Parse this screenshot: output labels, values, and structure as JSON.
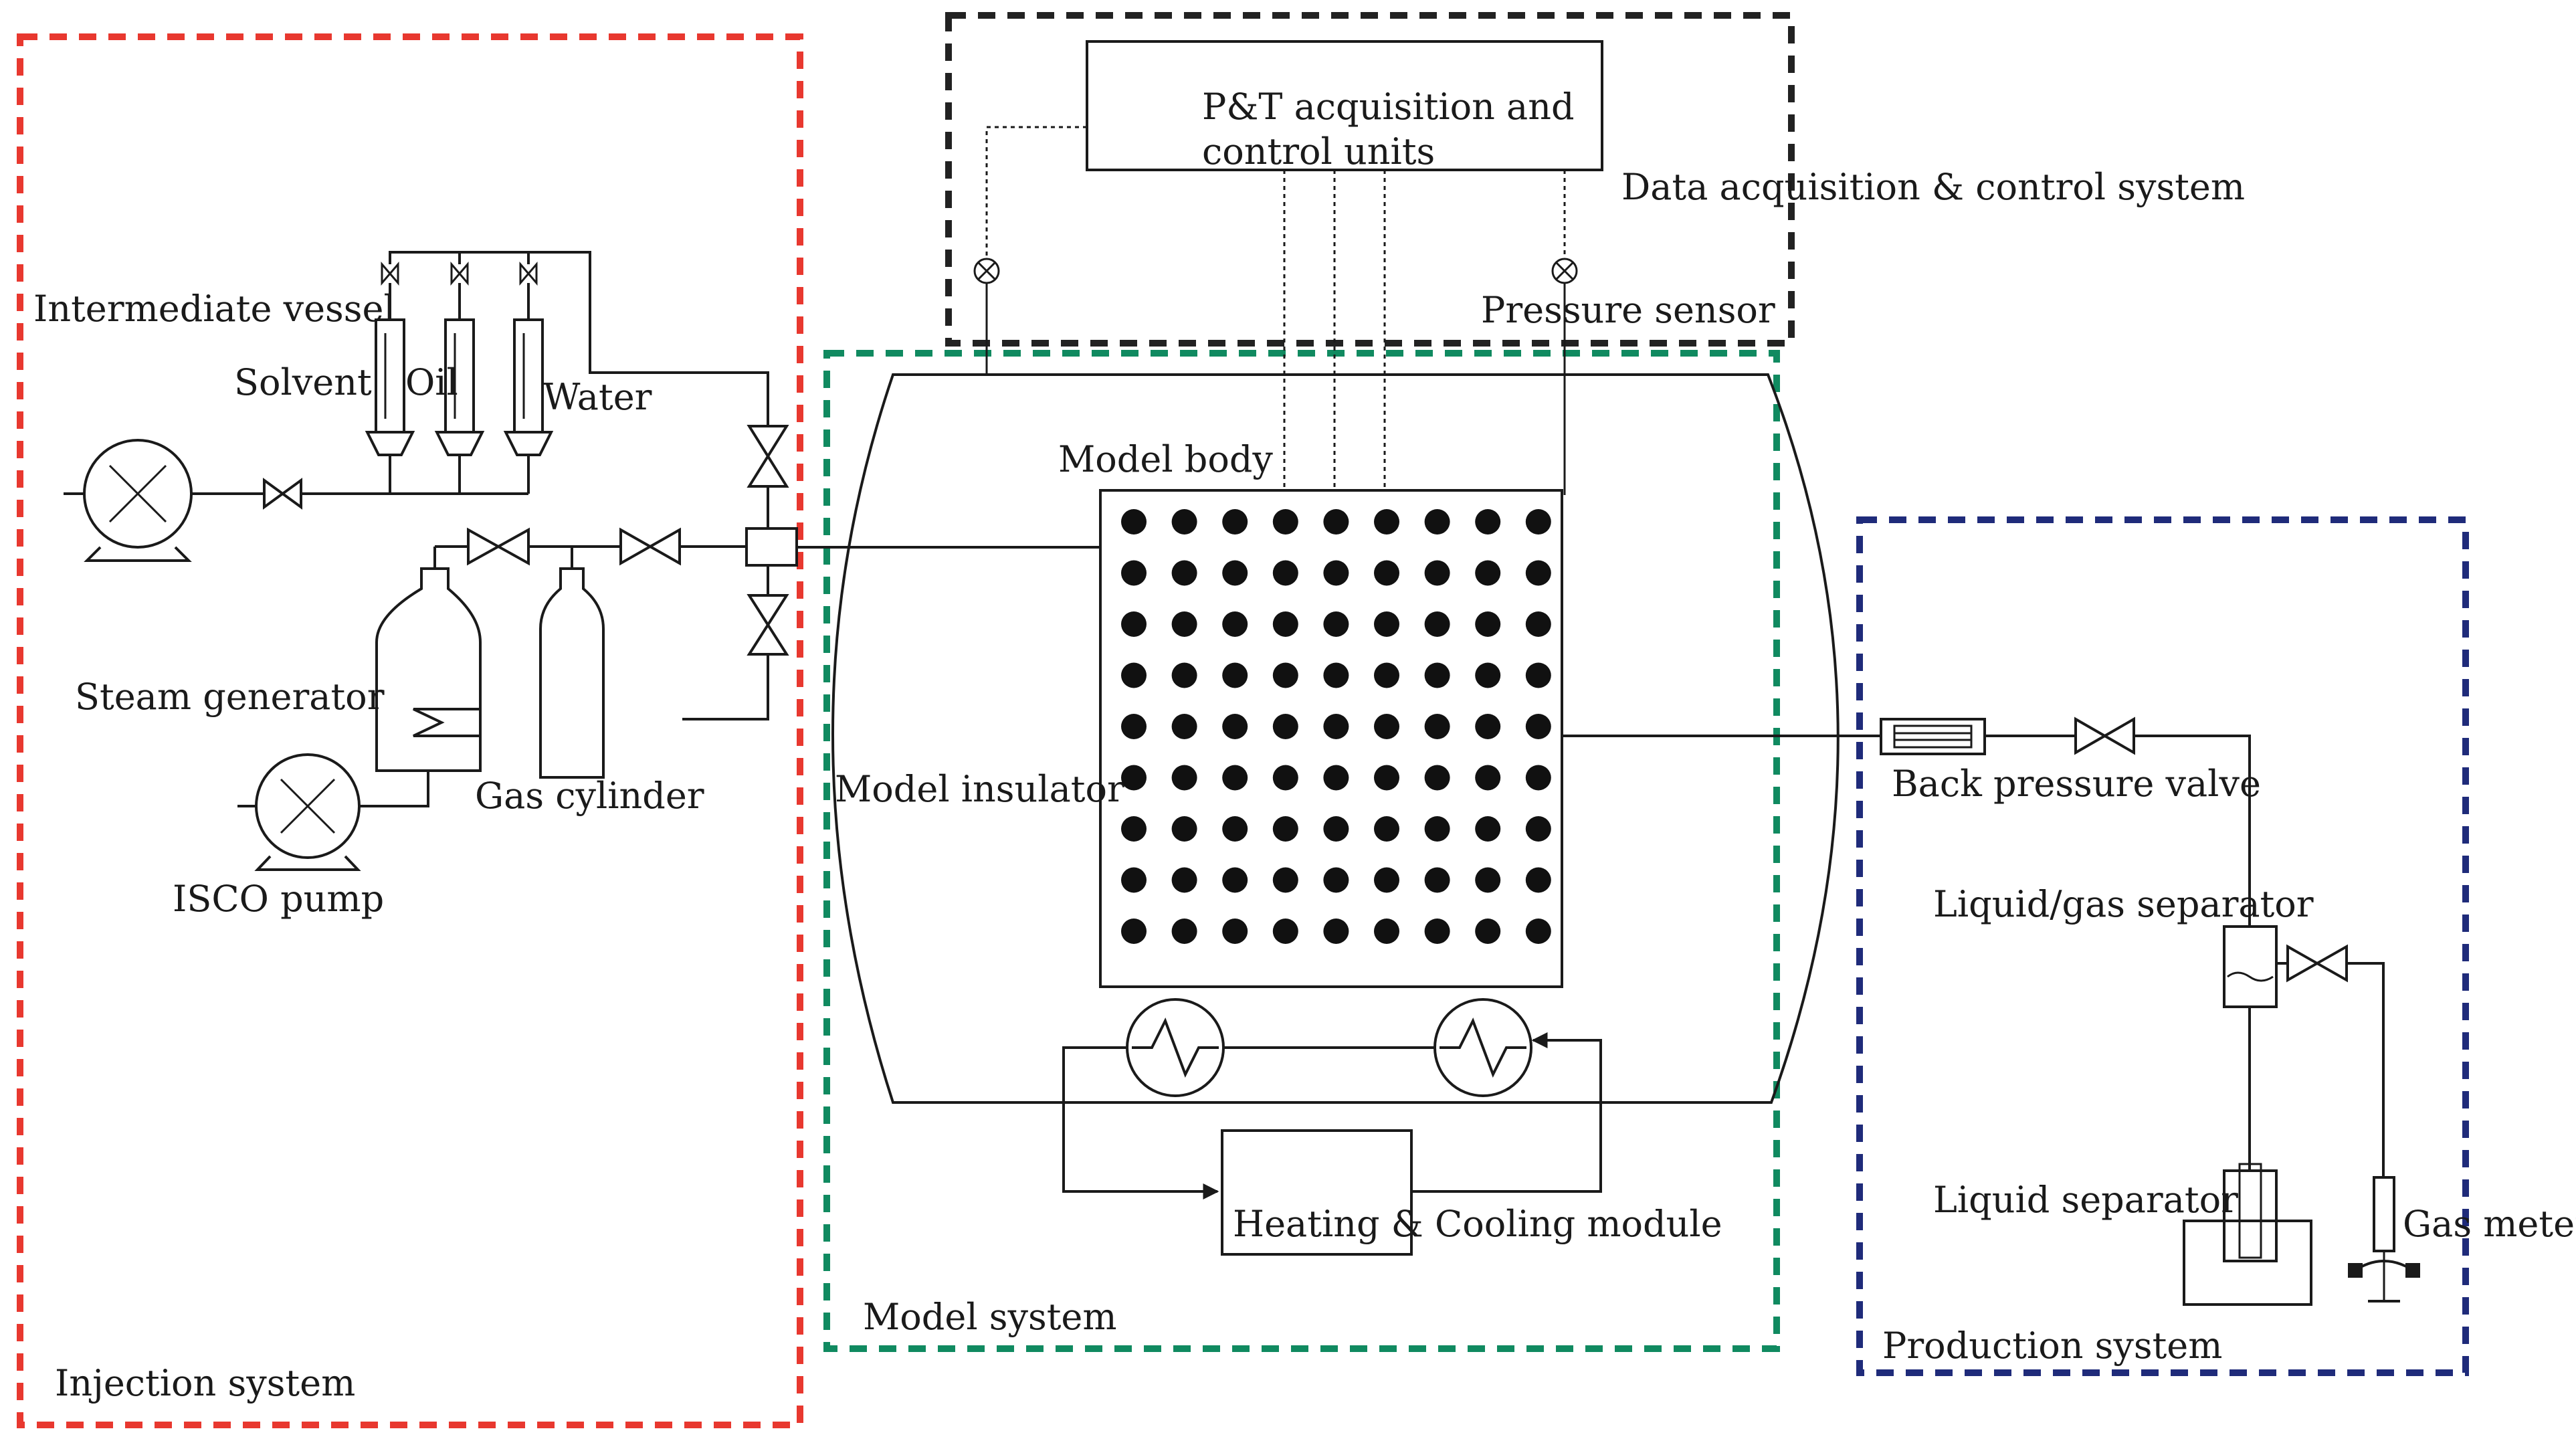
{
  "colors": {
    "injection_border": "#e8382f",
    "model_border": "#108a60",
    "data_border": "#222222",
    "production_border": "#1f2b7a",
    "line": "#1a1a1a"
  },
  "systems": {
    "injection": "Injection system",
    "model": "Model system",
    "data": "Data acquisition & control system",
    "production": "Production system"
  },
  "labels": {
    "pt_units_line1": "P&T acquisition and",
    "pt_units_line2": "control units",
    "pressure_sensor": "Pressure sensor",
    "intermediate_vessel": "Intermediate vessel",
    "solvent": "Solvent",
    "oil": "Oil",
    "water": "Water",
    "steam_generator": "Steam generator",
    "gas_cylinder": "Gas cylinder",
    "isco_pump": "ISCO pump",
    "model_body": "Model body",
    "model_insulator": "Model insulator",
    "heating_cooling": "Heating & Cooling module",
    "back_pressure_valve": "Back pressure valve",
    "liquid_gas_separator": "Liquid/gas separator",
    "liquid_separator": "Liquid separator",
    "gas_meter": "Gas meter"
  },
  "sensor_grid": {
    "rows": 9,
    "cols": 9
  },
  "icons": [
    "pump-icon",
    "valve-icon",
    "needle-valve-icon",
    "sensor-icon",
    "heat-exchanger-icon",
    "coil-icon"
  ]
}
